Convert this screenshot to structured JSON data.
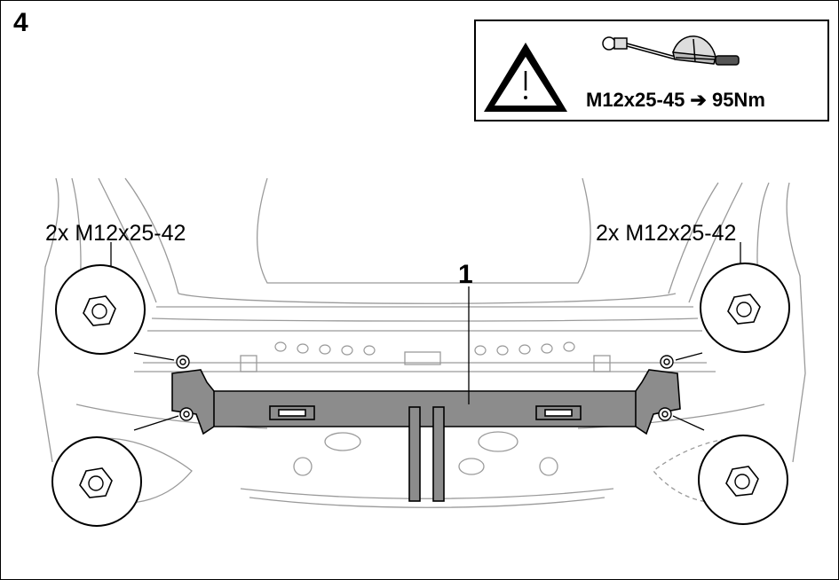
{
  "step_number": "4",
  "warning": {
    "icon": "warning-triangle-icon",
    "tool_icon": "torque-wrench-icon",
    "torque_spec": "M12x25-45 ➔ 95Nm"
  },
  "labels": {
    "left_bolts": "2x M12x25-42",
    "right_bolts": "2x M12x25-42",
    "part_callout": "1"
  },
  "colors": {
    "line": "#000000",
    "part_fill": "#8c8c8c",
    "ghost_line": "#9a9a9a",
    "background": "#ffffff"
  }
}
